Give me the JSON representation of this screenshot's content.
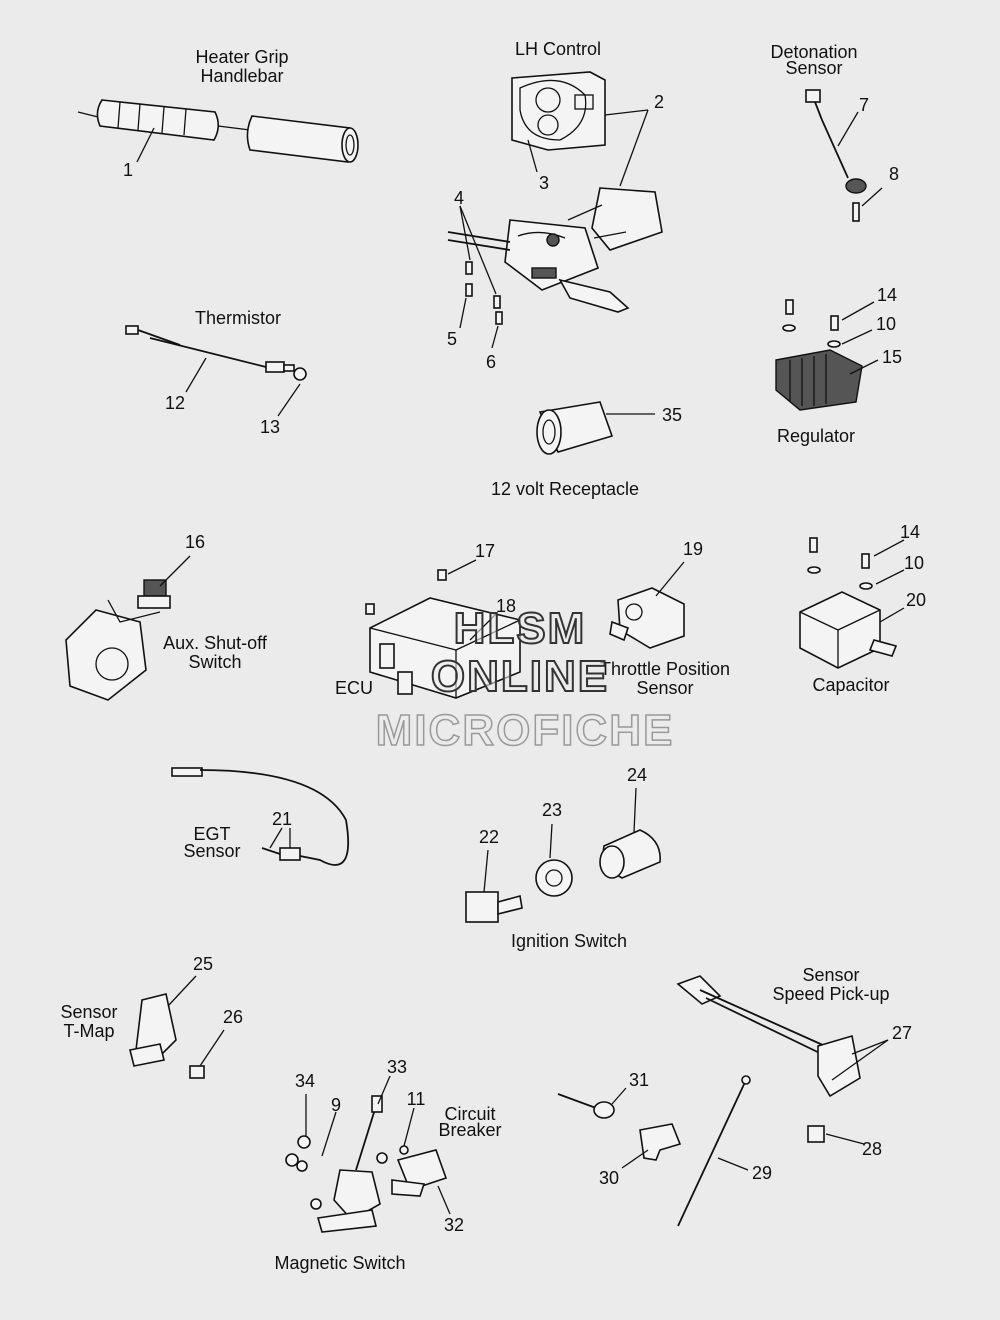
{
  "labels": {
    "heater_grip": "Heater Grip\nHandlebar",
    "lh_control": "LH Control",
    "detonation_sensor": "Detonation\nSensor",
    "thermistor": "Thermistor",
    "regulator": "Regulator",
    "receptacle": "12 volt Receptacle",
    "aux_shutoff": "Aux. Shut-off\nSwitch",
    "ecu": "ECU",
    "throttle_position": "Throttle Position\nSensor",
    "capacitor": "Capacitor",
    "egt_sensor": "EGT\nSensor",
    "ignition_switch": "Ignition Switch",
    "sensor_speed": "Sensor\nSpeed Pick-up",
    "sensor_tmap": "Sensor\nT-Map",
    "circuit_breaker": "Circuit\nBreaker",
    "magnetic_switch": "Magnetic Switch"
  },
  "callouts": {
    "n1": "1",
    "n2": "2",
    "n3": "3",
    "n4": "4",
    "n5": "5",
    "n6": "6",
    "n7": "7",
    "n8": "8",
    "n9": "9",
    "n10a": "10",
    "n10b": "10",
    "n11": "11",
    "n12": "12",
    "n13": "13",
    "n14a": "14",
    "n14b": "14",
    "n15": "15",
    "n16": "16",
    "n17": "17",
    "n18": "18",
    "n19": "19",
    "n20": "20",
    "n21": "21",
    "n22": "22",
    "n23": "23",
    "n24": "24",
    "n25": "25",
    "n26": "26",
    "n27": "27",
    "n28": "28",
    "n29": "29",
    "n30": "30",
    "n31": "31",
    "n32": "32",
    "n33": "33",
    "n34": "34",
    "n35": "35"
  },
  "watermark": {
    "line1": "HLSM",
    "line2": "ONLINE",
    "line3": "MICROFICHE"
  }
}
